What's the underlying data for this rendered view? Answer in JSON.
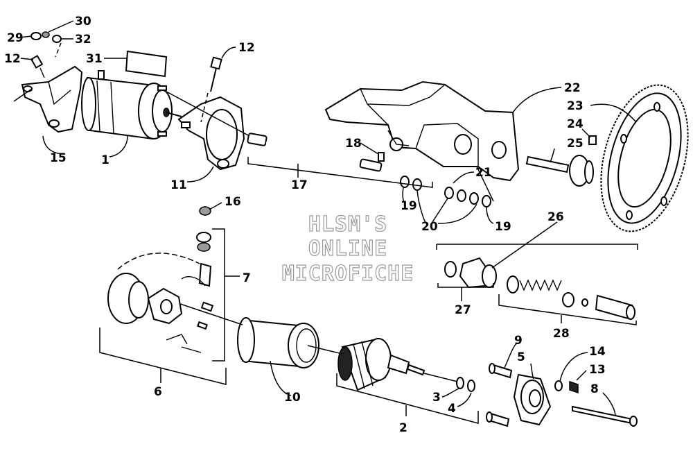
{
  "watermark": {
    "line1": "HLSM'S",
    "line2": "ONLINE",
    "line3": "MICROFICHE"
  },
  "callouts": {
    "c1": "1",
    "c2": "2",
    "c3": "3",
    "c4": "4",
    "c5": "5",
    "c6": "6",
    "c7": "7",
    "c8": "8",
    "c9": "9",
    "c10": "10",
    "c11": "11",
    "c12a": "12",
    "c12b": "12",
    "c13": "13",
    "c14": "14",
    "c15": "15",
    "c16": "16",
    "c17": "17",
    "c18": "18",
    "c19a": "19",
    "c19b": "19",
    "c20": "20",
    "c21": "21",
    "c22": "22",
    "c23": "23",
    "c24": "24",
    "c25": "25",
    "c26": "26",
    "c27": "27",
    "c28": "28",
    "c29": "29",
    "c30": "30",
    "c31": "31",
    "c32": "32"
  }
}
